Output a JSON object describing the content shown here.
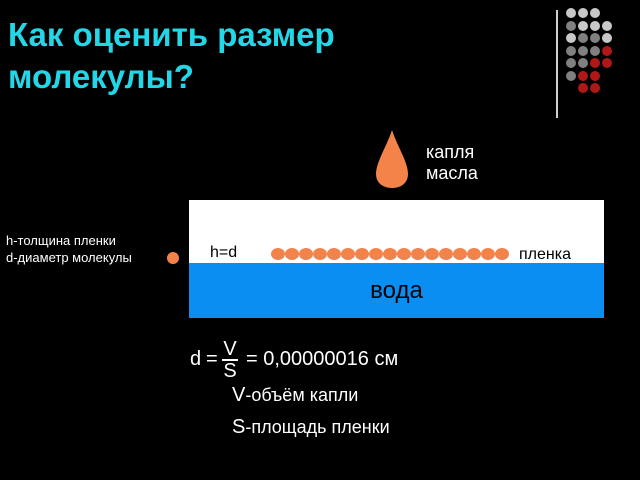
{
  "slide": {
    "title": "Как оценить размер молекулы?",
    "colors": {
      "title": "#22d8e8",
      "water": "#0a8ef2",
      "oil": "#f4834a",
      "background": "#000000"
    }
  },
  "decoration": {
    "dot_grid": [
      [
        "#c8c8c8",
        "#c8c8c8",
        "#c8c8c8",
        ""
      ],
      [
        "#808080",
        "#c8c8c8",
        "#c8c8c8",
        "#c8c8c8"
      ],
      [
        "#c8c8c8",
        "#808080",
        "#808080",
        "#c8c8c8"
      ],
      [
        "#808080",
        "#808080",
        "#808080",
        "#b01818"
      ],
      [
        "#808080",
        "#808080",
        "#b01818",
        "#b01818"
      ],
      [
        "#808080",
        "#b01818",
        "#b01818",
        ""
      ],
      [
        "",
        "#b01818",
        "#b01818",
        ""
      ]
    ]
  },
  "diagram": {
    "drop_label": "капля\nмасла",
    "water_label": "вода",
    "film_label": "пленка",
    "thickness_label": "h=d",
    "molecule_count": 17,
    "legend_line1": "h-толщина пленки",
    "legend_line2": "d-диаметр молекулы"
  },
  "formula": {
    "lhs": "d",
    "eq": "=",
    "numerator": "V",
    "denominator": "S",
    "value": "= 0,00000016 см",
    "v_symbol": "V",
    "v_text": "-объём капли",
    "s_symbol": "S",
    "s_text": "-площадь пленки"
  }
}
